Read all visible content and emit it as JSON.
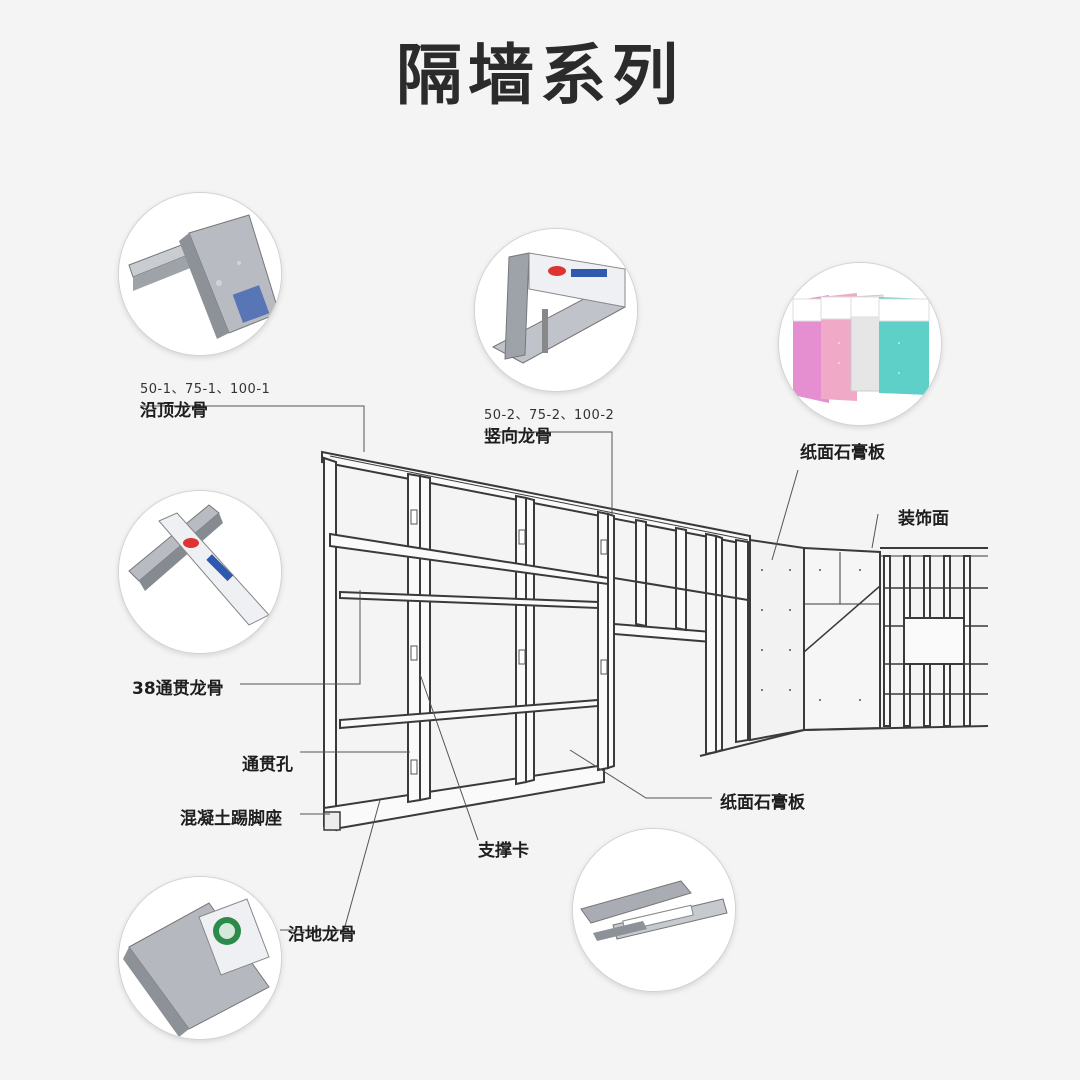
{
  "title": "隔墙系列",
  "labels": {
    "top_track_spec": "50-1、75-1、100-1",
    "top_track": "沿顶龙骨",
    "stud_spec": "50-2、75-2、100-2",
    "stud": "竖向龙骨",
    "gypsum_board_upper": "纸面石膏板",
    "decorative_face": "装饰面",
    "channel_38": "38通贯龙骨",
    "through_hole": "通贯孔",
    "concrete_base": "混凝土踢脚座",
    "support_clip": "支撑卡",
    "gypsum_board_lower": "纸面石膏板",
    "floor_track": "沿地龙骨"
  },
  "colors": {
    "line": "#3a3a3a",
    "leader": "#555555",
    "board_pink": "#e58fd0",
    "board_rose": "#f0a9c6",
    "board_white": "#e6e6e6",
    "board_teal": "#5fd0c8",
    "steel": "#b8bcc2"
  },
  "icons": {
    "top_track_photo": "galvanized-track-photo",
    "stud_photo": "stud-channel-photo",
    "boards_photo": "gypsum-boards-photo",
    "channel_38_photo": "channel-38-photo",
    "floor_track_photo": "floor-track-photo",
    "clip_photo": "support-clip-photo"
  }
}
